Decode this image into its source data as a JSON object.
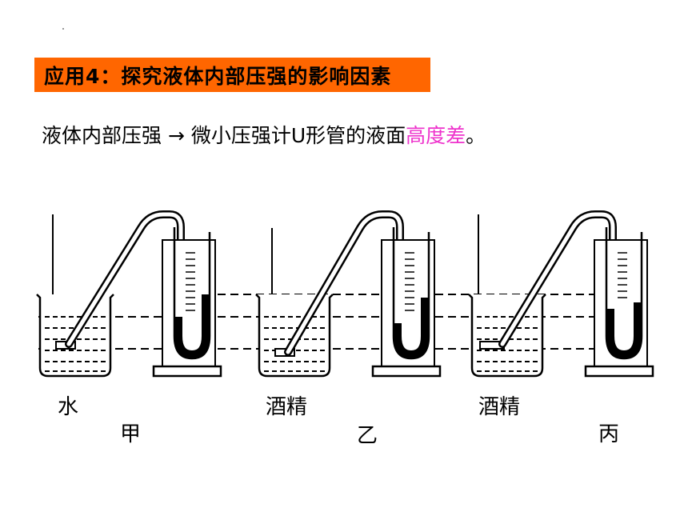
{
  "slide": {
    "title": "应用4：探究液体内部压强的影响因素",
    "statement_prefix": "液体内部压强 → 微小压强计U形管的液面",
    "statement_highlight": "高度差",
    "statement_suffix": "。",
    "highlight_color": "#EE33CC",
    "title_bg_color": "#FF6600"
  },
  "setups": [
    {
      "liquid": "水",
      "caption": "甲"
    },
    {
      "liquid": "酒精",
      "caption": "乙"
    },
    {
      "liquid": "酒精",
      "caption": "丙"
    }
  ]
}
